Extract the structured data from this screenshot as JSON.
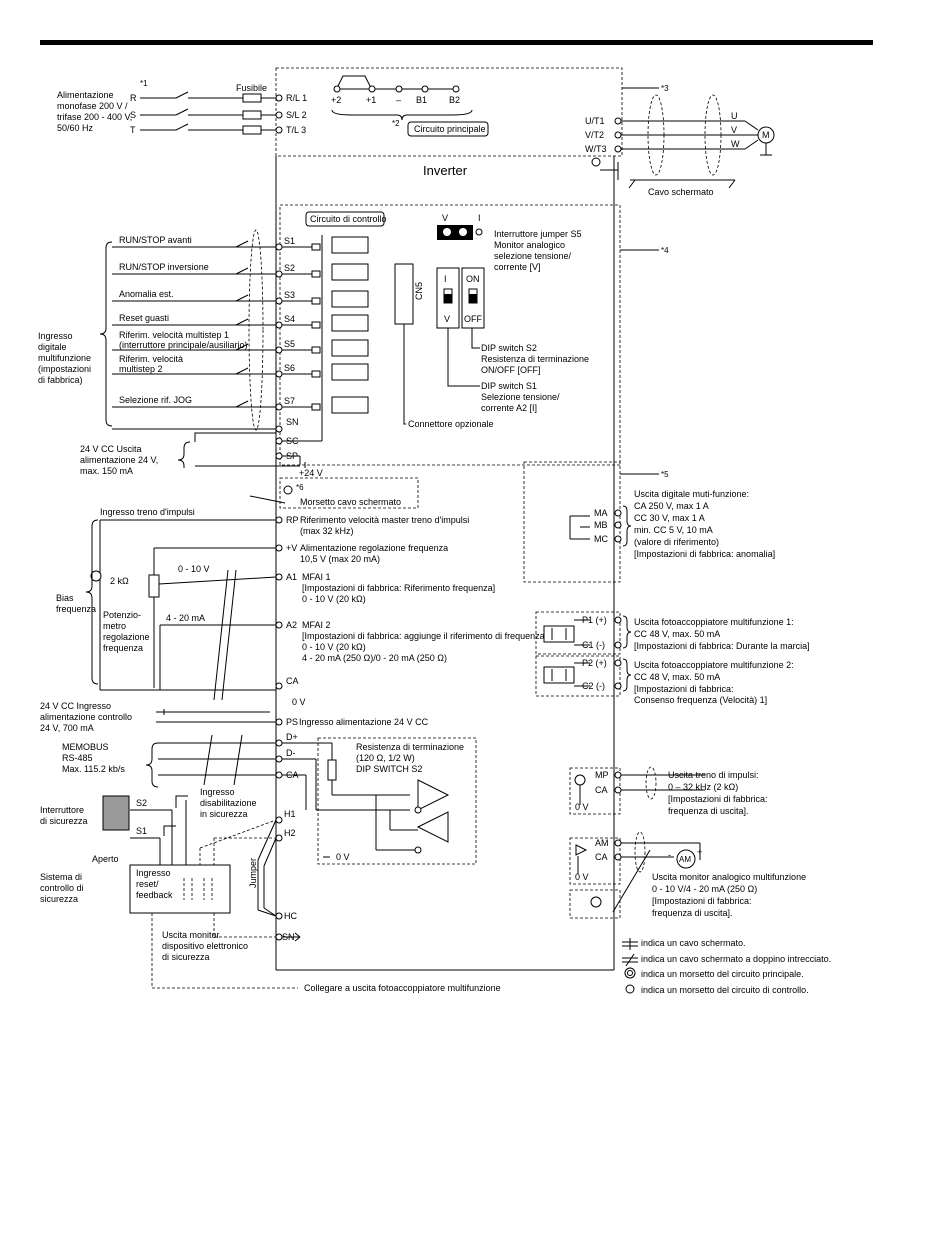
{
  "page": {
    "title": "Inverter",
    "footnote_marks": {
      "n1": "*1",
      "n2": "*2",
      "n3": "*3",
      "n4": "*4",
      "n5": "*5",
      "n6": "*6"
    }
  },
  "power_input": {
    "description": [
      "Alimentazione",
      "monofase 200 V /",
      "trifase 200 - 400 V,",
      "50/60 Hz"
    ],
    "phases": [
      "R",
      "S",
      "T"
    ],
    "fuse_label": "Fusibile",
    "terminals": [
      "R/L 1",
      "S/L 2",
      "T/L 3"
    ]
  },
  "main_circuit": {
    "dc_terminals": [
      "+2",
      "+1",
      "–",
      "B1",
      "B2"
    ],
    "label": "Circuito principale",
    "outputs": [
      "U/T1",
      "V/T2",
      "W/T3"
    ],
    "motor_phases": [
      "U",
      "V",
      "W"
    ],
    "motor": "M",
    "shield_label": "Cavo schermato"
  },
  "control_circuit": {
    "label": "Circuito di controllo",
    "digital_inputs_group": [
      "Ingresso",
      "digitale",
      "multifunzione",
      "(impostazioni",
      "di fabbrica)"
    ],
    "inputs": [
      {
        "terminal": "S1",
        "label": "RUN/STOP avanti"
      },
      {
        "terminal": "S2",
        "label": "RUN/STOP inversione"
      },
      {
        "terminal": "S3",
        "label": "Anomalia est."
      },
      {
        "terminal": "S4",
        "label": "Reset guasti"
      },
      {
        "terminal": "S5",
        "label": "Riferim. velocità multistep 1",
        "label2": "(interruttore principale/ausiliario)"
      },
      {
        "terminal": "S6",
        "label": "Riferim. velocità",
        "label2": "multistep 2"
      },
      {
        "terminal": "S7",
        "label": "Selezione rif. JOG"
      }
    ],
    "sn": "SN",
    "sc": "SC",
    "sp": "SP",
    "plus24": "+24 V",
    "supply_24": [
      "24 V CC Uscita",
      "alimentazione 24 V,",
      "max. 150 mA"
    ],
    "cn5": "CN5",
    "option_connector": "Connettore opzionale",
    "s5_jumper": {
      "v": "V",
      "i": "I",
      "title": "Interruttore jumper S5",
      "desc": [
        "Monitor analogico",
        "selezione tensione/",
        "corrente [V]"
      ]
    },
    "s1_switch": {
      "top": "I",
      "bottom": "V"
    },
    "s2_switch": {
      "top": "ON",
      "bottom": "OFF"
    },
    "dip_s2": [
      "DIP switch S2",
      "Resistenza di terminazione",
      "ON/OFF [OFF]"
    ],
    "dip_s1": [
      "DIP switch S1",
      "Selezione tensione/",
      "corrente A2 [I]"
    ],
    "shield_terminal": "Morsetto cavo schermato"
  },
  "analog": {
    "pulse_in_label": "Ingresso treno d'impulsi",
    "rp": {
      "terminal": "RP",
      "desc": "Riferimento velocità master treno d'impulsi",
      "desc2": "(max 32 kHz)"
    },
    "vplus": {
      "terminal": "+V",
      "desc": "Alimentazione regolazione frequenza",
      "desc2": "10,5 V (max 20 mA)"
    },
    "a1": {
      "terminal": "A1",
      "desc": "MFAI 1",
      "desc2": "[Impostazioni di fabbrica: Riferimento frequenza]",
      "desc3": "0 - 10 V (20 kΩ)"
    },
    "a2": {
      "terminal": "A2",
      "desc": "MFAI 2",
      "desc2": "[Impostazioni di fabbrica: aggiunge il riferimento di frequenza]",
      "desc3": "0 - 10 V (20 kΩ)",
      "desc4": "4 - 20 mA (250 Ω)/0 - 20 mA (250 Ω)"
    },
    "ca": "CA",
    "zero_v": "0 V",
    "range_v": "0 - 10 V",
    "range_ma": "4 - 20 mA",
    "pot_value": "2 kΩ",
    "bias": [
      "Bias",
      "frequenza"
    ],
    "pot": [
      "Potenzio-",
      "metro",
      "regolazione",
      "frequenza"
    ]
  },
  "ps_input": {
    "desc": [
      "24 V CC Ingresso",
      "alimentazione controllo",
      "24 V, 700 mA"
    ],
    "terminal": "PS",
    "label": "Ingresso alimentazione 24 V CC"
  },
  "memobus": {
    "desc": [
      "MEMOBUS",
      "RS-485",
      "Max. 115.2 kb/s"
    ],
    "terminals": [
      "D+",
      "D-",
      "CA"
    ],
    "term_res": [
      "Resistenza di terminazione",
      "(120 Ω, 1/2 W)",
      "DIP SWITCH S2"
    ],
    "zero_v": "0 V"
  },
  "safety": {
    "switch_label": [
      "Interruttore",
      "di sicurezza"
    ],
    "s1": "S1",
    "s2": "S2",
    "open": "Aperto",
    "system": [
      "Sistema di",
      "controllo di",
      "sicurezza"
    ],
    "reset": [
      "Ingresso",
      "reset/",
      "feedback"
    ],
    "disable": [
      "Ingresso",
      "disabilitazione",
      "in sicurezza"
    ],
    "h1": "H1",
    "h2": "H2",
    "hc": "HC",
    "sn": "SN",
    "jumper": "Jumper",
    "monitor": [
      "Uscita monitor",
      "dispositivo elettronico",
      "di sicurezza"
    ],
    "photo_link": "Collegare a uscita fotoaccoppiatore multifunzione"
  },
  "outputs": {
    "relay": {
      "terminals": [
        "MA",
        "MB",
        "MC"
      ],
      "desc": [
        "Uscita digitale muti-funzione:",
        "CA 250 V, max 1 A",
        "CC 30 V, max 1 A",
        "min. CC 5 V, 10 mA",
        "(valore di riferimento)",
        "[Impostazioni di fabbrica: anomalia]"
      ]
    },
    "photo1": {
      "terminals": [
        "P1 (+)",
        "C1 (-)"
      ],
      "desc": [
        "Uscita fotoaccoppiatore multifunzione 1:",
        "CC 48 V, max. 50 mA",
        "[Impostazioni di fabbrica: Durante la marcia]"
      ]
    },
    "photo2": {
      "terminals": [
        "P2 (+)",
        "C2 (-)"
      ],
      "desc": [
        "Uscita fotoaccoppiatore multifunzione 2:",
        "CC 48 V, max. 50 mA",
        "[Impostazioni di fabbrica:",
        "Consenso frequenza (Velocità) 1]"
      ]
    },
    "pulse": {
      "terminals": [
        "MP",
        "CA"
      ],
      "zero_v": "0 V",
      "desc": [
        "Uscita treno di impulsi:",
        "0 – 32 kHz (2 kΩ)",
        "[Impostazioni di fabbrica:",
        "frequenza di uscita]."
      ]
    },
    "analog": {
      "terminals": [
        "AM",
        "CA"
      ],
      "zero_v": "0 V",
      "meter": "AM",
      "plus": "+",
      "minus": "-",
      "desc": [
        "Uscita monitor analogico multifunzione",
        "0 - 10 V/4 - 20 mA (250 Ω)",
        "[Impostazioni di fabbrica:",
        "frequenza di uscita]."
      ]
    }
  },
  "legend": [
    "indica un cavo schermato.",
    "indica un cavo schermato a doppino intrecciato.",
    "indica un morsetto del circuito principale.",
    "indica un morsetto del circuito di controllo."
  ]
}
